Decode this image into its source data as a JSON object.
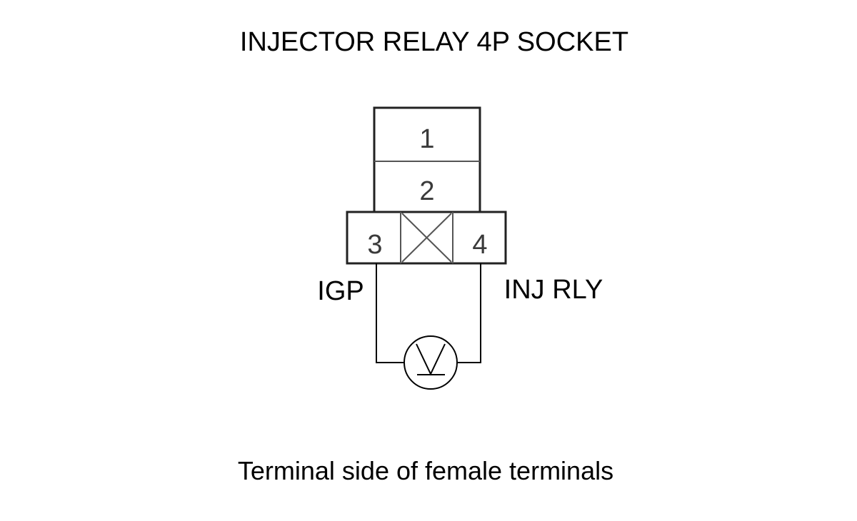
{
  "title": "INJECTOR RELAY 4P SOCKET",
  "caption": "Terminal side of female terminals",
  "connector": {
    "pins": [
      "1",
      "2",
      "3",
      "4"
    ],
    "blank_cavity": "x"
  },
  "wires": {
    "left_label": "IGP",
    "right_label": "INJ RLY"
  },
  "meter": {
    "type": "voltmeter",
    "icon": "voltmeter-icon"
  }
}
